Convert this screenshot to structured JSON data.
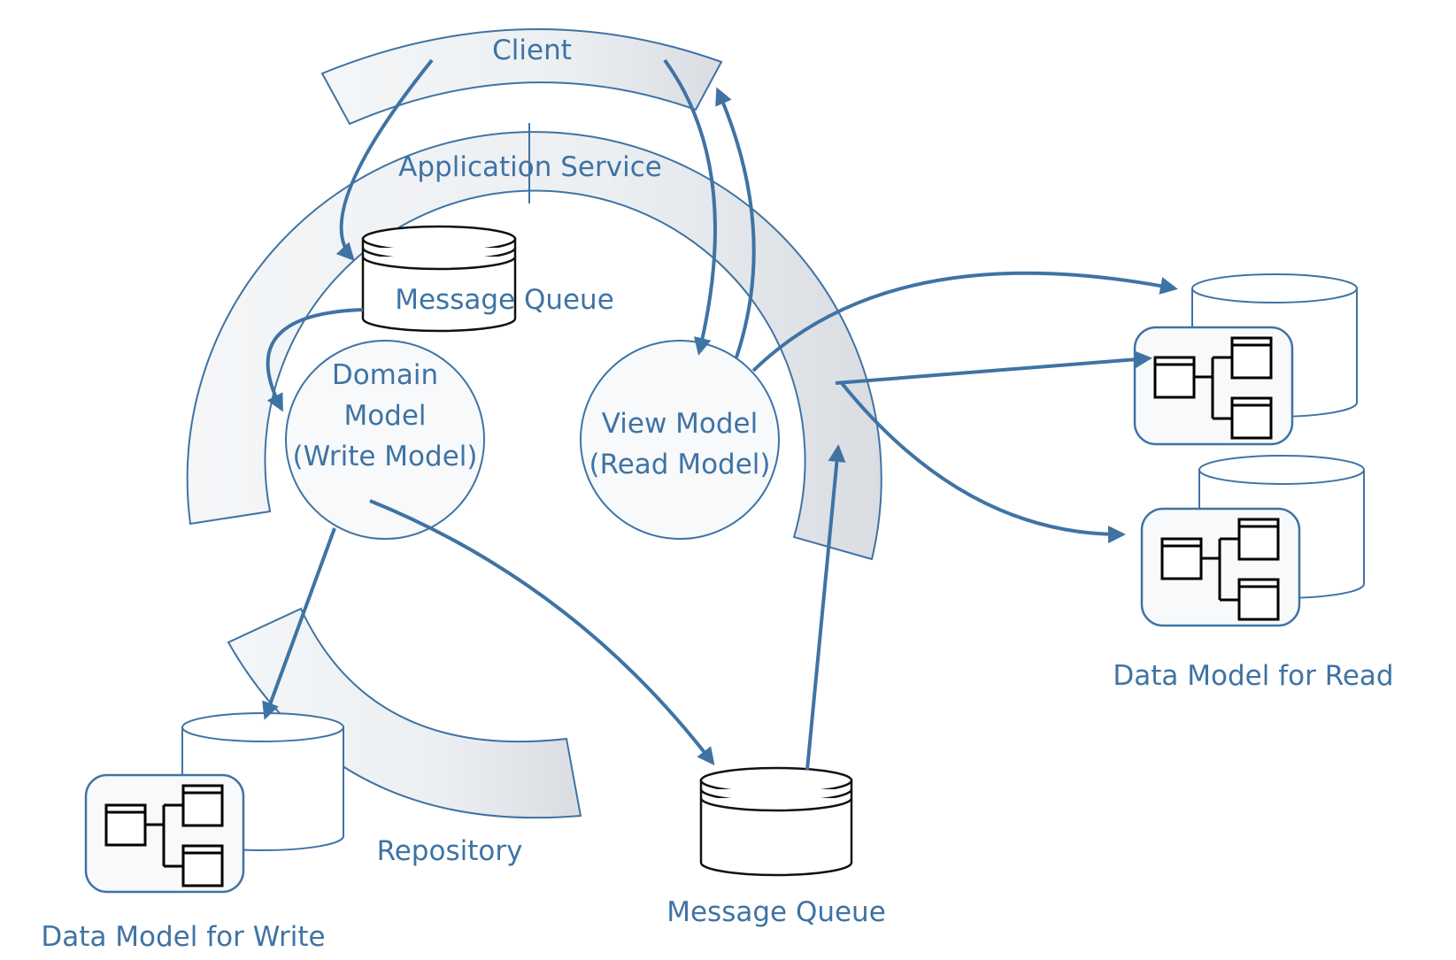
{
  "colors": {
    "accent": "#3f73a4",
    "band_fill": "#f0f2f5",
    "band_shade": "#d9dde2",
    "node_fill": "#f7f9fb",
    "outline_dark": "#111111"
  },
  "labels": {
    "client": "Client",
    "application_service": "Application Service",
    "message_queue_top": "Message Queue",
    "domain_model": [
      "Domain",
      "Model",
      "(Write Model)"
    ],
    "view_model": [
      "View Model",
      "(Read Model)"
    ],
    "repository": "Repository",
    "message_queue_bottom": "Message Queue",
    "data_model_write": "Data Model for Write",
    "data_model_read": "Data Model for Read"
  },
  "icons": [
    "uml-class-diagram-icon",
    "database-cylinder-icon",
    "message-queue-cylinder-icon",
    "arrow-icon"
  ]
}
